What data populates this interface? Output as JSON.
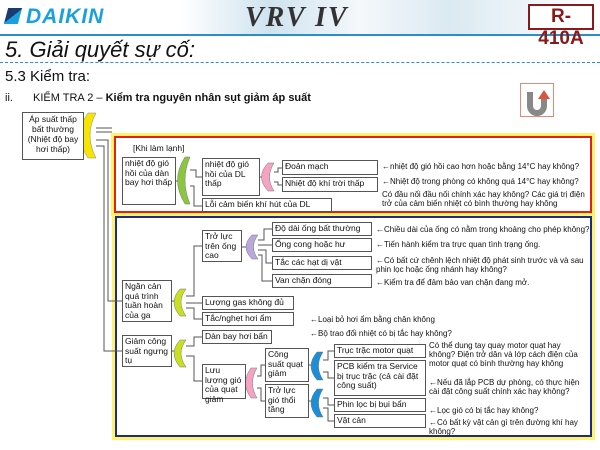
{
  "header": {
    "brand": "DAIKIN",
    "product": "VRV IV",
    "refrigerant": "R-410A"
  },
  "title": "5. Giải quyết sự cố:",
  "section": "5.3 Kiểm tra:",
  "subsection": {
    "num": "ii.",
    "prefix": "KIỂM TRA 2 – ",
    "bold": "Kiểm tra nguyên nhân sụt giảm áp suất"
  },
  "diagram": {
    "root": "Áp suất thấp bất thường (Nhiệt độ bay hơi thấp)",
    "cooling_label": "[Khi làm lạnh]",
    "evap_low": "nhiệt độ gió hồi của dàn bay hơi thấp",
    "dl_low": "nhiệt độ gió hồi của DL thấp",
    "short": "Đoản mạch",
    "outdoor_low": "Nhiệt độ khí trời thấp",
    "sensor": "Lỗi cảm biến khí hút của DL",
    "note_short": "←nhiệt độ gió hồi cao hơn hoặc bằng 14°C hay không?",
    "note_outdoor": "←Nhiệt độ trong phòng có không quá 14°C hay không?",
    "note_sensor": "Có đầu nối đầu nối chính xác hay không? Các giá trị điện trở của cảm biến nhiệt có bình thường hay không",
    "block": "Ngăn cản quá trình tuần hoàn của ga",
    "pipe_res": "Trở lực trên ống cao",
    "pipe_len": "Độ dài ống bất thường",
    "pipe_bent": "Ống cong hoặc hư",
    "clog": "Tắc các hạt dị vật",
    "valve": "Van chặn đóng",
    "note_len": "←Chiều dài của ống có nằm trong khoảng cho phép không?",
    "note_bent": "←Tiến hành kiểm tra trực quan tình trạng ống.",
    "note_clog": "←Có bất cứ chênh lệch nhiệt độ phát sinh trước và và sau phin lọc hoặc ống nhánh hay không?",
    "note_valve": "←Kiểm tra để đảm bảo van chặn đang mở.",
    "gas": "Lượng gas không đủ",
    "moist": "Tắc/nghẹt hơi ẩm",
    "note_moist": "←Loại bỏ hơi ẩm bằng chân không",
    "note_hex": "←Bộ trao đổi nhiệt có bị tắc hay không?",
    "cond": "Giảm công suất ngưng tụ",
    "evap_dirty": "Dàn bay hơi bẩn",
    "airflow": "Lưu lượng gió của quạt giảm",
    "fan_cap": "Công suất quạt giảm",
    "air_res": "Trở lực gió thổi tăng",
    "motor": "Trục trặc motor quạt",
    "pcb": "PCB kiểm tra Service bị trục trặc (cả cài đặt công suất)",
    "filter": "Phin lọc bị bụi bẩn",
    "obstacle": "Vật cản",
    "note_motor": "Có thể dung tay quay motor quạt hay không? Điện trở dân và lớp cách điện của motor quạt có bình thường hay không",
    "note_pcb": "←Nếu đã lắp PCB dự phòng, có thực hiện cài đặt công suất chính xác hay không?",
    "note_filter": "←Lọc gió có bị tắc hay không?",
    "note_obstacle": "←Có bất kỳ vật cản gì trên đường khí hay không?"
  },
  "colors": {
    "red_frame": "#e0201a",
    "blue_frame": "#1c2a8c",
    "highlight": "#fff36a"
  }
}
